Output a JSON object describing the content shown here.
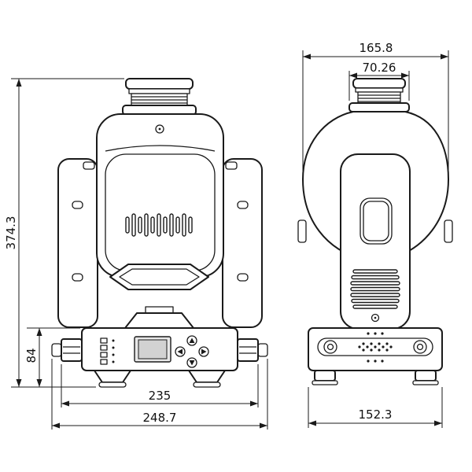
{
  "dimensions": {
    "front": {
      "total_height": "374.3",
      "base_height": "84",
      "base_width": "235",
      "overall_width": "248.7"
    },
    "side": {
      "overall_depth": "165.8",
      "lens_width": "70.26",
      "base_depth": "152.3"
    }
  },
  "colors": {
    "line": "#1a1a1a",
    "background": "#ffffff",
    "lcd_fill": "#e8e8e8"
  }
}
